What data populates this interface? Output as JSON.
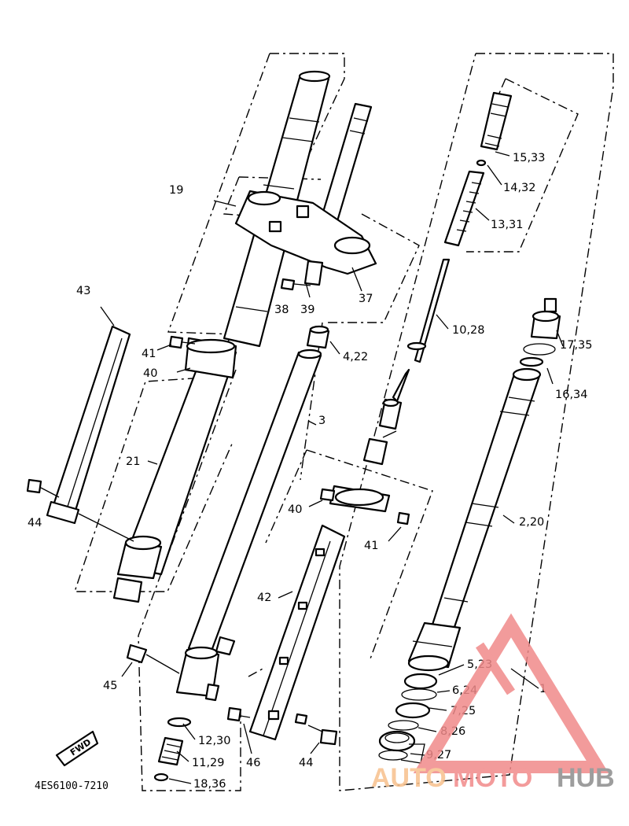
{
  "diagram": {
    "labels": {
      "p15_33": "15,33",
      "p14_32": "14,32",
      "p13_31": "13,31",
      "p19": "19",
      "p38": "38",
      "p39": "39",
      "p37": "37",
      "p10_28": "10,28",
      "p43": "43",
      "p41a": "41",
      "p4_22": "4,22",
      "p17_35": "17,35",
      "p40a": "40",
      "p16_34": "16,34",
      "p3": "3",
      "p21": "21",
      "p44a": "44",
      "p40b": "40",
      "p2_20": "2,20",
      "p41b": "41",
      "p42": "42",
      "p5_23": "5,23",
      "p1": "1",
      "p45": "45",
      "p6_24": "6,24",
      "p7_25": "7,25",
      "p8_26": "8,26",
      "p12_30": "12,30",
      "p9_27": "9,27",
      "p11_29": "11,29",
      "p46": "46",
      "p44b": "44",
      "p18_36": "18,36"
    },
    "fwd": "FWD",
    "drawing_code": "4ES6100-7210"
  },
  "watermark": {
    "part1": "AUTO",
    "part2": "MOTO",
    "part3": "HUB",
    "colors": {
      "auto": "#f7c08c",
      "moto": "#f28a8a",
      "hub": "#8c8c8c",
      "triangle": "#f08a8a"
    }
  }
}
